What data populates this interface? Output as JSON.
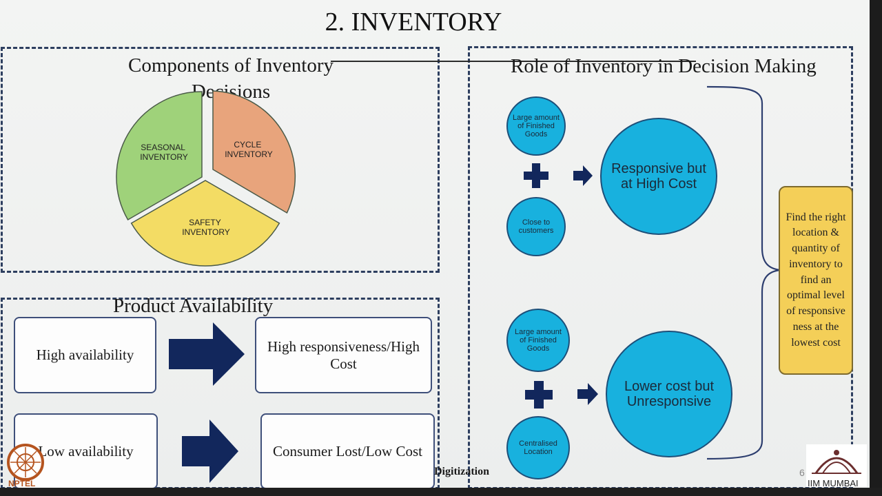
{
  "title": "2. INVENTORY",
  "components": {
    "heading": "Components of Inventory Decisions",
    "slices": [
      {
        "label_lines": [
          "SEASONAL",
          "INVENTORY"
        ],
        "color": "#9fd27a"
      },
      {
        "label_lines": [
          "CYCLE",
          "INVENTORY"
        ],
        "color": "#e8a47c"
      },
      {
        "label_lines": [
          "SAFETY",
          "INVENTORY"
        ],
        "color": "#f3dc64"
      }
    ]
  },
  "availability": {
    "heading": "Product Availability",
    "rows": [
      {
        "left": "High availability",
        "right": "High responsiveness/High Cost"
      },
      {
        "left": "Low availability",
        "right": "Consumer Lost/Low Cost"
      }
    ]
  },
  "role": {
    "heading": "Role of Inventory in Decision Making",
    "top": {
      "input_a": "Large amount of Finished Goods",
      "input_b": "Close to customers",
      "result": "Responsive but at High Cost"
    },
    "bottom": {
      "input_a": "Large amount of Finished Goods",
      "input_b": "Centralised Location",
      "result": "Lower cost but Unresponsive"
    },
    "conclusion": "Find the right location & quantity of inventory to find an optimal level of responsive ness at the lowest cost"
  },
  "footer": {
    "text": "Digitization",
    "page": "6",
    "left_logo": "NPTEL",
    "right_logo": "IIM MUMBAI"
  },
  "colors": {
    "navy": "#12275c",
    "circle_fill": "#18b1de",
    "note_fill": "#f4cf58",
    "panel_border": "#2d3e5f"
  }
}
